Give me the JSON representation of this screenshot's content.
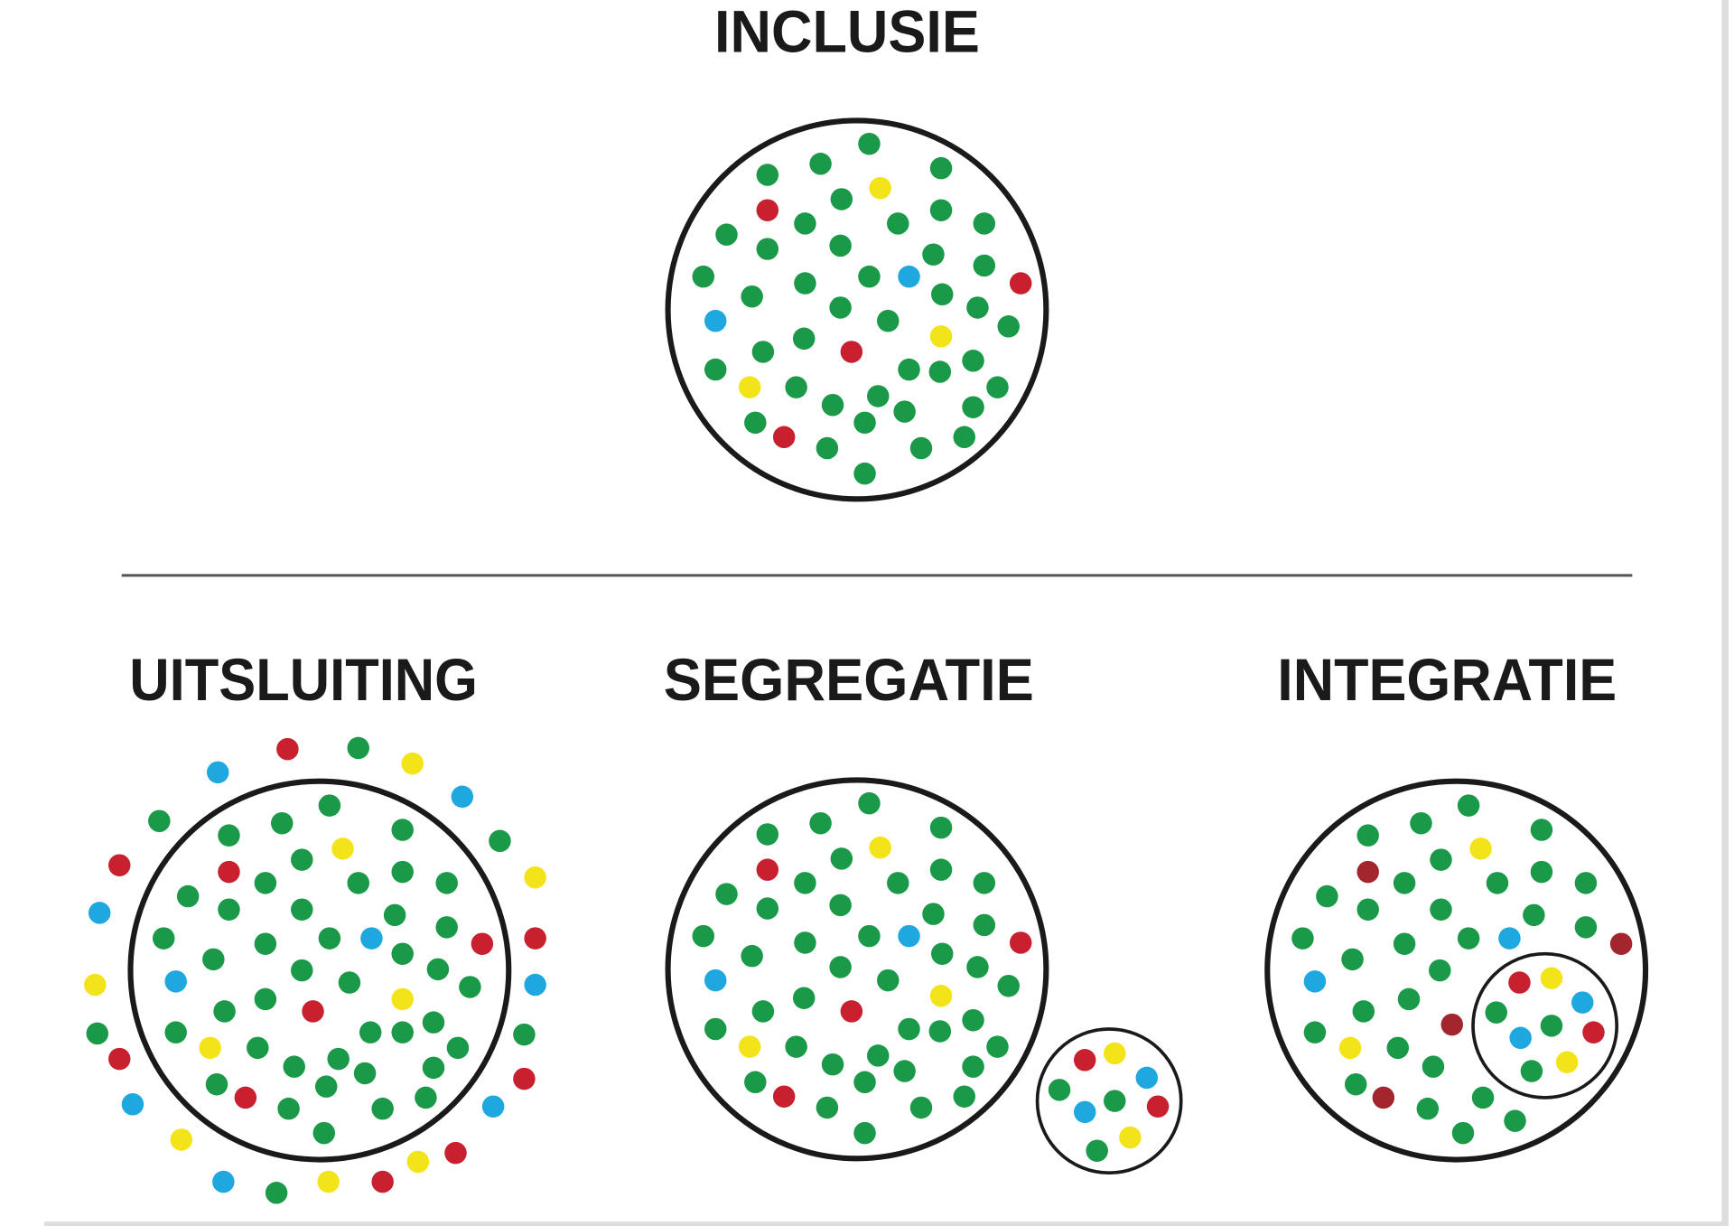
{
  "titles": {
    "inclusie": "INCLUSIE",
    "uitsluiting": "UITSLUITING",
    "segregatie": "SEGREGATIE",
    "integratie": "INTEGRATIE"
  },
  "colors": {
    "green": "#1a9a48",
    "red": "#c8202f",
    "darkred": "#a3262e",
    "yellow": "#f3e41a",
    "blue": "#1fa8e0",
    "outline": "#1a1a1a"
  }
}
